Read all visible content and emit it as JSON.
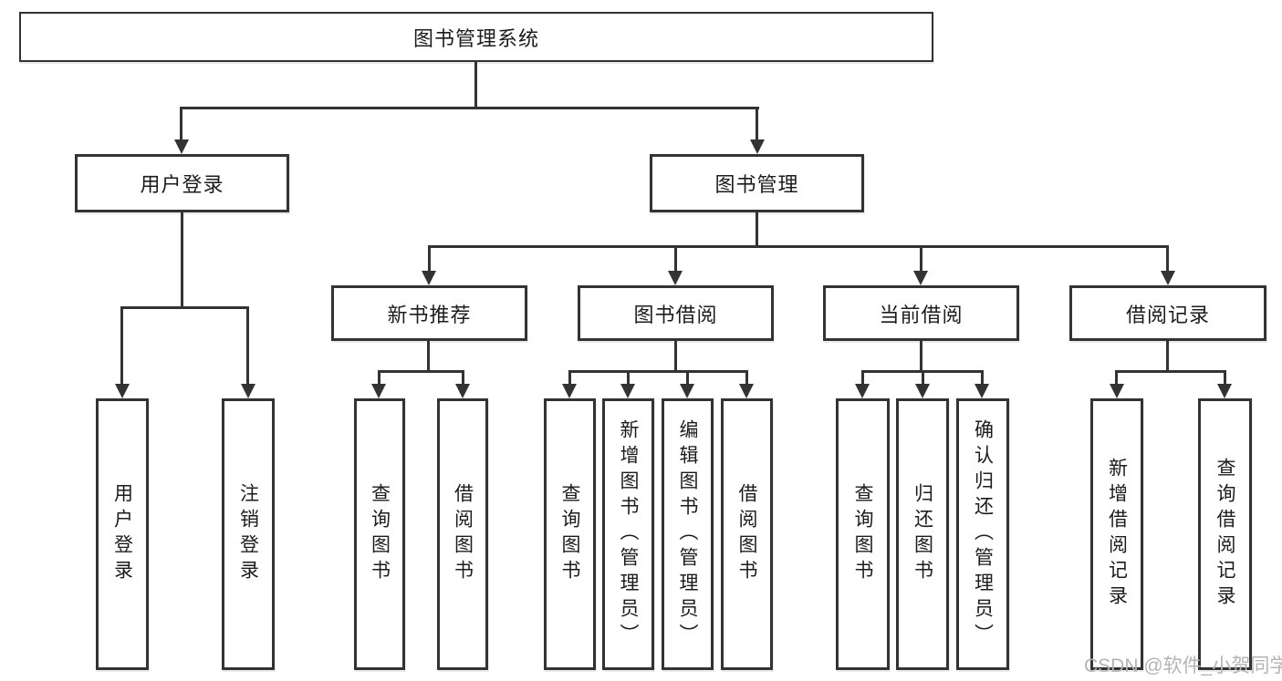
{
  "diagram": {
    "root": {
      "label": "图书管理系统"
    },
    "level2": [
      {
        "label": "用户登录"
      },
      {
        "label": "图书管理"
      }
    ],
    "level3": [
      {
        "label": "新书推荐"
      },
      {
        "label": "图书借阅"
      },
      {
        "label": "当前借阅"
      },
      {
        "label": "借阅记录"
      }
    ],
    "leaves": {
      "user_login": [
        {
          "label": "用户登录"
        },
        {
          "label": "注销登录"
        }
      ],
      "new_books": [
        {
          "label": "查询图书"
        },
        {
          "label": "借阅图书"
        }
      ],
      "book_borrow": [
        {
          "label": "查询图书"
        },
        {
          "label": "新增图书（管理员）"
        },
        {
          "label": "编辑图书（管理员）"
        },
        {
          "label": "借阅图书"
        }
      ],
      "current_borrow": [
        {
          "label": "查询图书"
        },
        {
          "label": "归还图书"
        },
        {
          "label": "确认归还（管理员）"
        }
      ],
      "borrow_records": [
        {
          "label": "新增借阅记录"
        },
        {
          "label": "查询借阅记录"
        }
      ]
    }
  },
  "watermark": {
    "text": "CSDN @软件_小贺同学",
    "color": "#b4b4b4"
  },
  "colors": {
    "line": "#333333",
    "box_background": "#ffffff",
    "text": "#1c1c1c"
  }
}
